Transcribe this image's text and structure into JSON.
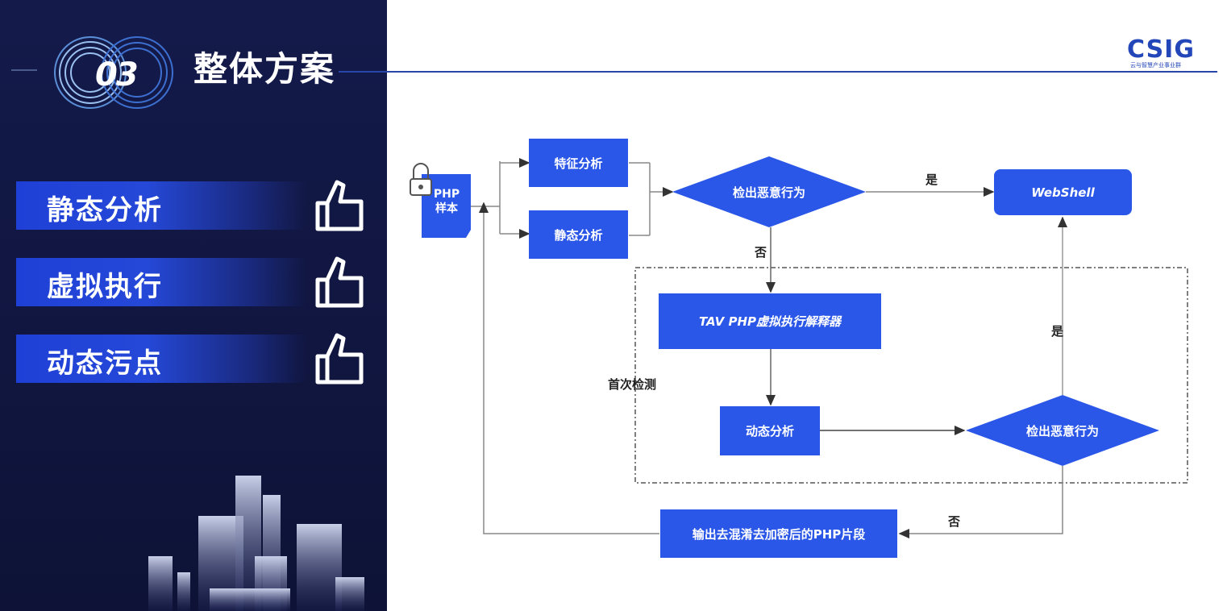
{
  "section": {
    "number": "03",
    "title": "整体方案"
  },
  "menu": [
    {
      "label": "静态分析"
    },
    {
      "label": "虚拟执行"
    },
    {
      "label": "动态污点"
    }
  ],
  "logo": {
    "mark": "CSIG",
    "subtitle": "云与智慧产业事业群"
  },
  "diagram": {
    "php_sample": "PHP\n样本",
    "feature_analysis": "特征分析",
    "static_analysis": "静态分析",
    "detect_malicious_1": "检出恶意行为",
    "webshell": "WebShell",
    "tav_interpreter": "TAV PHP虚拟执行解释器",
    "first_detection": "首次检测",
    "dynamic_analysis": "动态分析",
    "detect_malicious_2": "检出恶意行为",
    "output_fragment": "输出去混淆去加密后的PHP片段",
    "yes_1": "是",
    "no_1": "否",
    "yes_2": "是",
    "no_2": "否"
  },
  "colors": {
    "brand_blue": "#2b57e8",
    "panel_navy": "#141a4a",
    "logo_blue": "#2346b8"
  }
}
